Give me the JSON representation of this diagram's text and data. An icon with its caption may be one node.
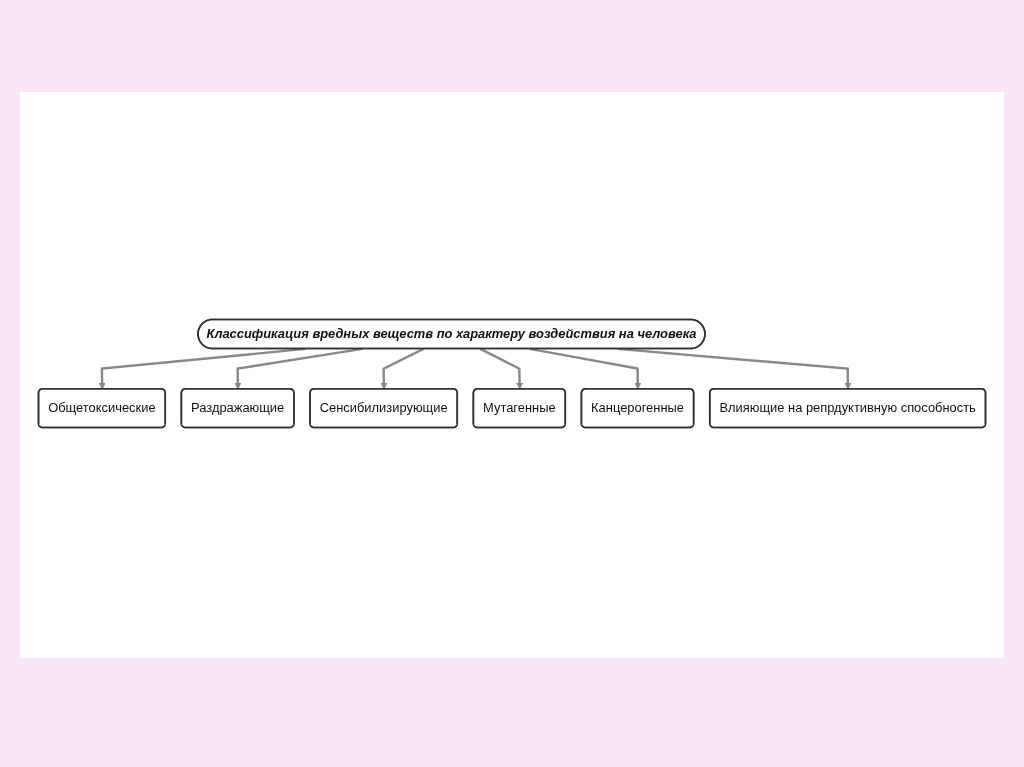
{
  "diagram": {
    "nodes": [
      {
        "text": [
          "Классификация вредных веществ по характеру воздействия на человека"
        ]
      },
      {
        "text": [
          "Общетоксические"
        ]
      },
      {
        "text": [
          "Раздражающие"
        ]
      },
      {
        "text": [
          "Сенсибилизирующие"
        ]
      },
      {
        "text": [
          "Мутагенные"
        ]
      },
      {
        "text": [
          "Канцерогенные"
        ]
      },
      {
        "text": [
          "Влияющие на репрдуктивную способность"
        ]
      }
    ],
    "edges": [
      {
        "from": 0,
        "to": 1,
        "arrow": "to"
      },
      {
        "from": 0,
        "to": 2,
        "arrow": "to"
      },
      {
        "from": 0,
        "to": 3,
        "arrow": "to"
      },
      {
        "from": 0,
        "to": 4,
        "arrow": "to"
      },
      {
        "from": 0,
        "to": 5,
        "arrow": "to"
      },
      {
        "from": 0,
        "to": 6,
        "arrow": "to"
      }
    ]
  }
}
